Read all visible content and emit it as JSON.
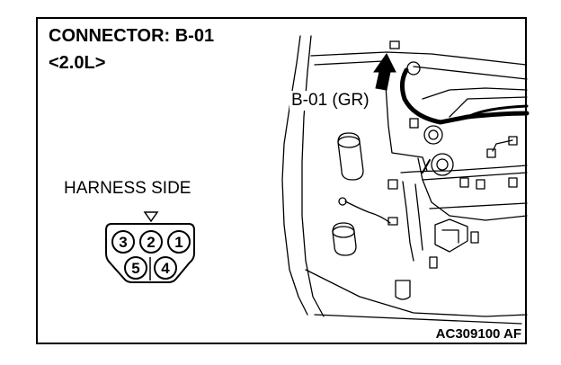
{
  "header": {
    "title": "CONNECTOR: B-01",
    "subtitle": "<2.0L>"
  },
  "connector_face": {
    "label": "HARNESS SIDE",
    "pins_top": [
      "3",
      "2",
      "1"
    ],
    "pins_bottom": [
      "5",
      "4"
    ]
  },
  "engine_view": {
    "connector_callout": "B-01 (GR)"
  },
  "footer": {
    "figure_code": "AC309100 AF"
  }
}
